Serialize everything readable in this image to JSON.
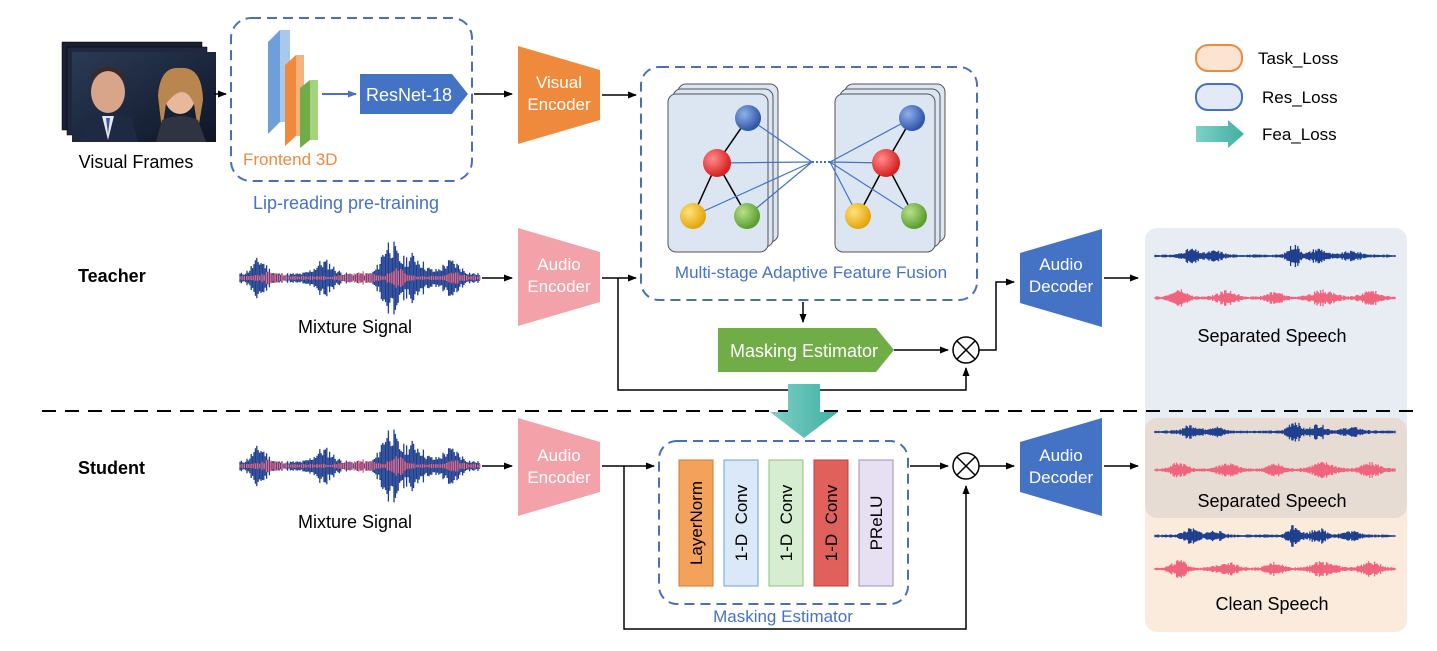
{
  "colors": {
    "orange": "#EF8A3D",
    "pink": "#F2A2A8",
    "blue": "#4472C4",
    "green": "#70AD47",
    "teal": "#4DB6AC",
    "dashed_blue": "#4A6FB5",
    "wave_blue": "#1F3F8F",
    "wave_pink": "#F0647D",
    "layernorm": "#F4A15C",
    "conv_blue": "#DAE8F8",
    "conv_green": "#D6EDD2",
    "conv_red": "#E0605B",
    "prelu": "#E6E0F2",
    "panel_blue": "#E8ECF3",
    "panel_tan": "#E7DCD4",
    "panel_peach": "#FBEBDC"
  },
  "legend": {
    "task_loss": "Task_Loss",
    "res_loss": "Res_Loss",
    "fea_loss": "Fea_Loss"
  },
  "visual": {
    "frames_label": "Visual Frames",
    "frontend_label": "Frontend 3D",
    "resnet_label": "ResNet-18",
    "pretraining_label": "Lip-reading pre-training",
    "encoder_line1": "Visual",
    "encoder_line2": "Encoder"
  },
  "teacher": {
    "label": "Teacher",
    "mixture_label": "Mixture Signal",
    "audio_encoder_line1": "Audio",
    "audio_encoder_line2": "Encoder",
    "fusion_label": "Multi-stage Adaptive Feature Fusion",
    "masking_estimator": "Masking Estimator",
    "audio_decoder_line1": "Audio",
    "audio_decoder_line2": "Decoder",
    "output_label": "Separated Speech"
  },
  "student": {
    "label": "Student",
    "mixture_label": "Mixture Signal",
    "audio_encoder_line1": "Audio",
    "audio_encoder_line2": "Encoder",
    "blocks": [
      "LayerNorm",
      "1-D  Conv",
      "1-D  Conv",
      "1-D  Conv",
      "PReLU"
    ],
    "masking_estimator_label": "Masking Estimator",
    "audio_decoder_line1": "Audio",
    "audio_decoder_line2": "Decoder",
    "output_label": "Separated Speech",
    "clean_label": "Clean Speech"
  }
}
